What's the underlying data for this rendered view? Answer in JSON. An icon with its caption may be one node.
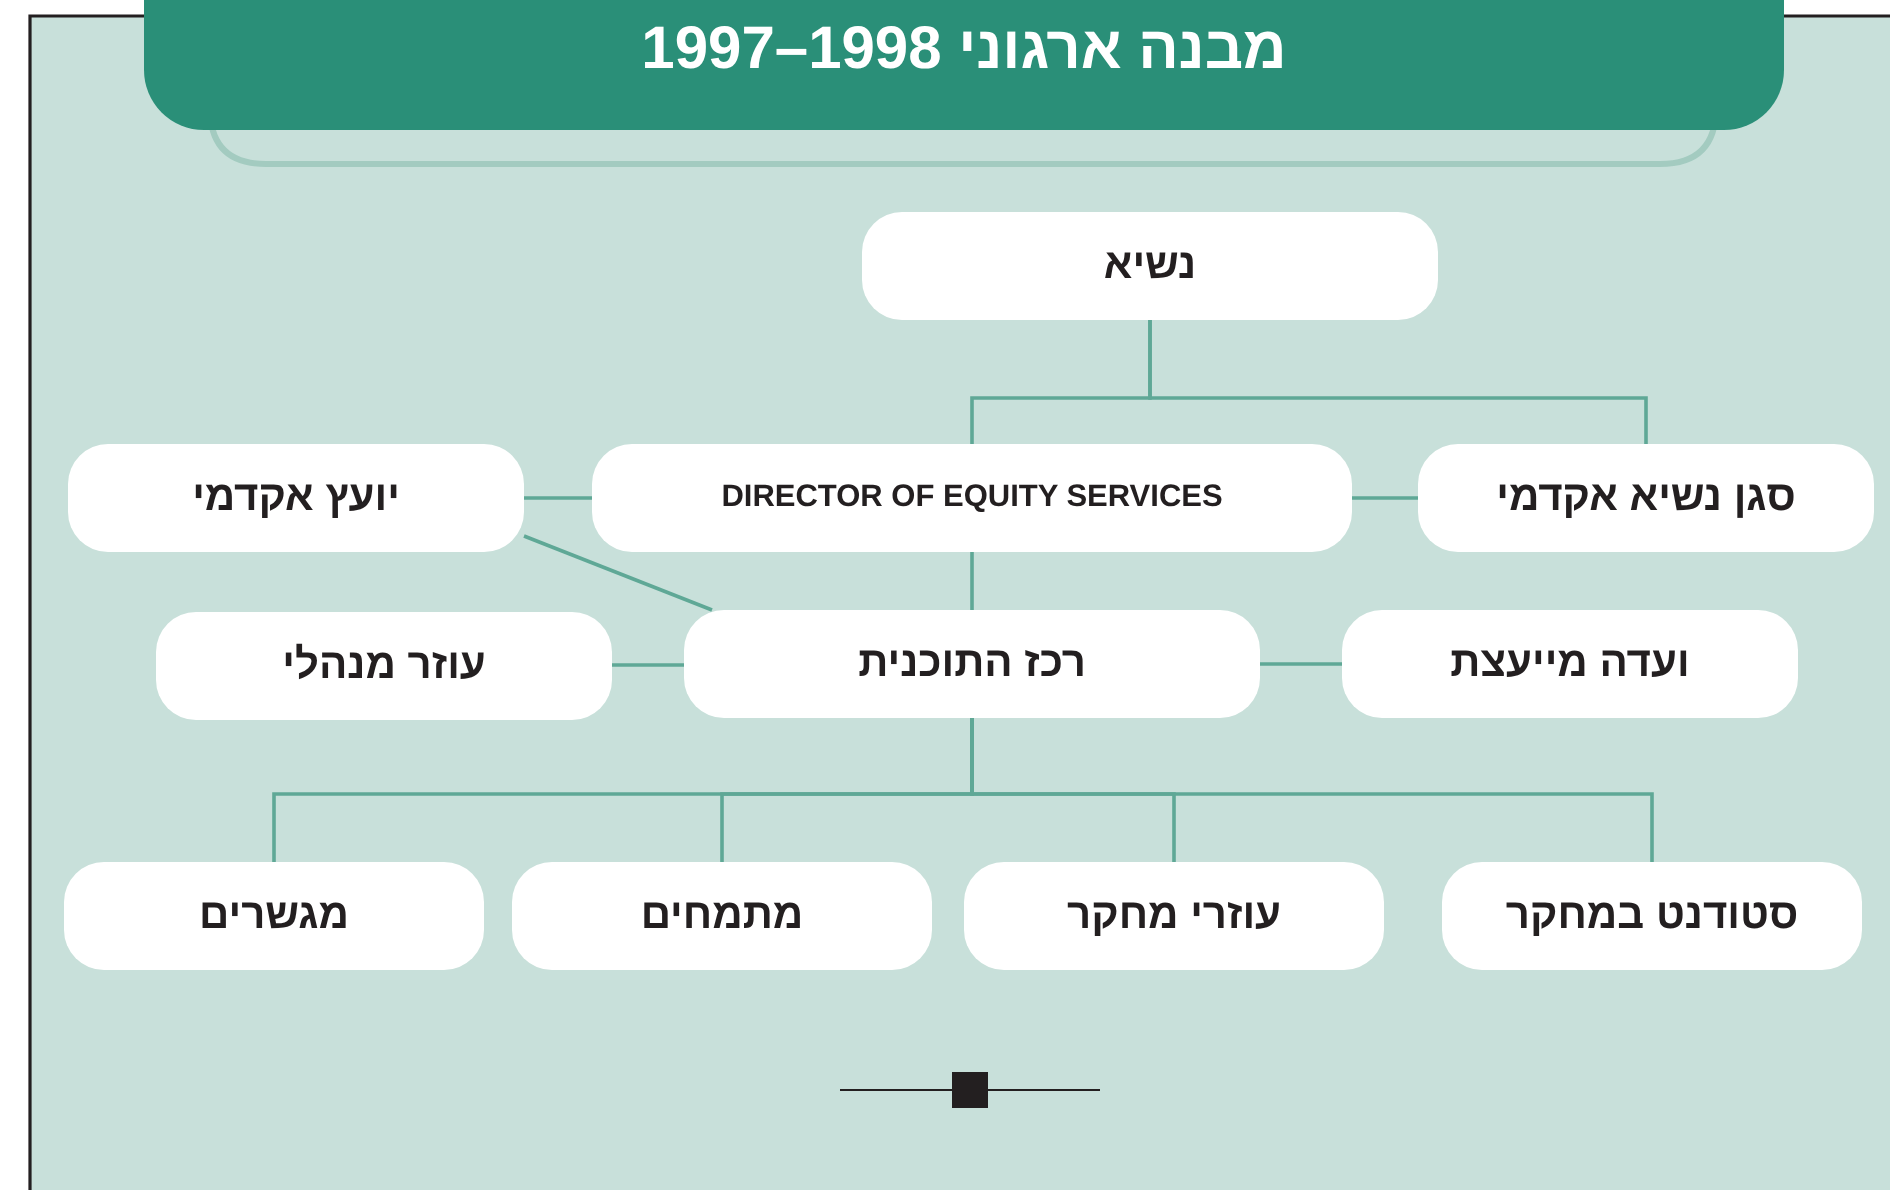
{
  "diagram": {
    "title": "מבנה ארגוני 1997–1998",
    "nodes": [
      {
        "text": [
          "נשיא"
        ]
      },
      {
        "text": [
          "סגן נשיא אקדמי"
        ]
      },
      {
        "text": [
          "DIRECTOR OF EQUITY SERVICES"
        ]
      },
      {
        "text": [
          "יועץ אקדמי"
        ]
      },
      {
        "text": [
          "רכז התוכנית"
        ]
      },
      {
        "text": [
          "ועדה מייעצת"
        ]
      },
      {
        "text": [
          "עוזר מנהלי"
        ]
      },
      {
        "text": [
          "סטודנט במחקר"
        ]
      },
      {
        "text": [
          "עוזרי מחקר"
        ]
      },
      {
        "text": [
          "מתמחים"
        ]
      },
      {
        "text": [
          "מגשרים"
        ]
      }
    ],
    "edges": [
      {
        "from": 0,
        "to": 1,
        "arrow": "none"
      },
      {
        "from": 0,
        "to": 2,
        "arrow": "none"
      },
      {
        "from": 1,
        "to": 2,
        "arrow": "none"
      },
      {
        "from": 2,
        "to": 3,
        "arrow": "none"
      },
      {
        "from": 2,
        "to": 4,
        "arrow": "none"
      },
      {
        "from": 3,
        "to": 4,
        "arrow": "none"
      },
      {
        "from": 5,
        "to": 4,
        "arrow": "none"
      },
      {
        "from": 4,
        "to": 6,
        "arrow": "none"
      },
      {
        "from": 4,
        "to": 7,
        "arrow": "none"
      },
      {
        "from": 4,
        "to": 8,
        "arrow": "none"
      },
      {
        "from": 4,
        "to": 9,
        "arrow": "none"
      },
      {
        "from": 4,
        "to": 10,
        "arrow": "none"
      }
    ]
  }
}
